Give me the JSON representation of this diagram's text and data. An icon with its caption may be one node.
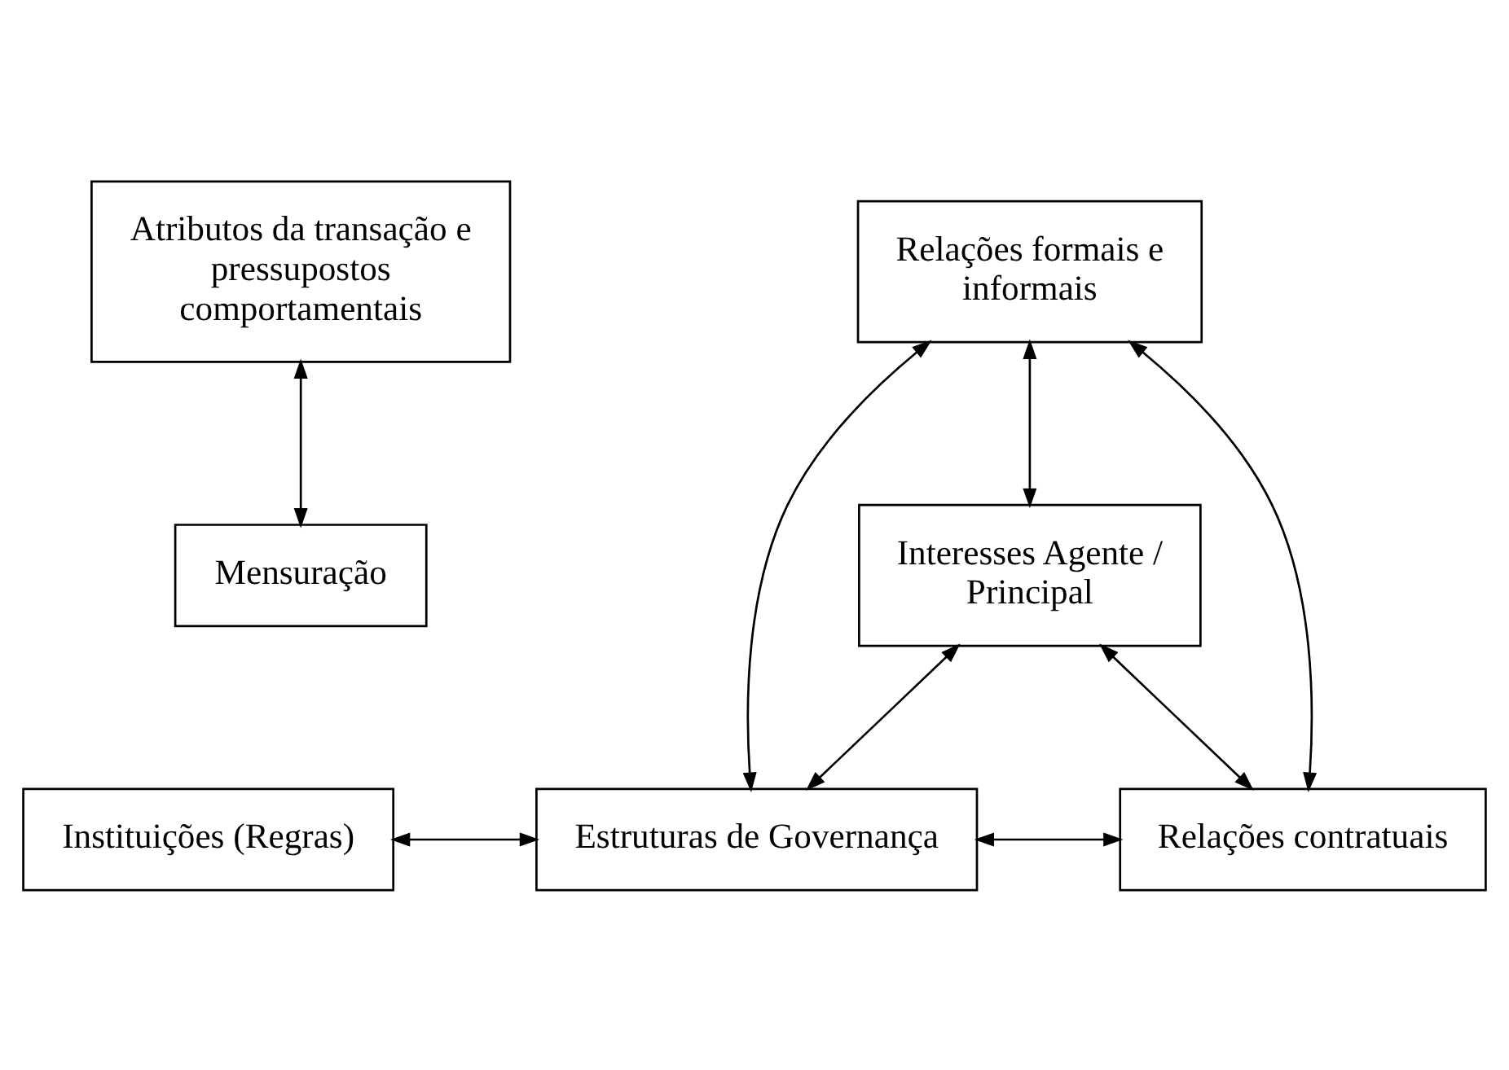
{
  "diagram": {
    "nodes": [
      {
        "text": [
          "Atributos da transação e pressupostos comportamentais"
        ]
      },
      {
        "text": [
          "Relações formais e informais"
        ]
      },
      {
        "text": [
          "Instituições (Regras)"
        ]
      },
      {
        "text": [
          "Estruturas de Governança"
        ]
      },
      {
        "text": [
          "Relações contratuais"
        ]
      },
      {
        "text": [
          "Mensuração"
        ]
      },
      {
        "text": [
          "Interesses Agente / Principal"
        ]
      }
    ],
    "edges": [
      {
        "from": 0,
        "to": 5,
        "arrow": "both"
      },
      {
        "from": 2,
        "to": 3,
        "arrow": "both"
      },
      {
        "from": 3,
        "to": 1,
        "arrow": "both"
      },
      {
        "from": 1,
        "to": 4,
        "arrow": "both"
      },
      {
        "from": 3,
        "to": 4,
        "arrow": "both"
      },
      {
        "from": 1,
        "to": 6,
        "arrow": "both"
      },
      {
        "from": 3,
        "to": 6,
        "arrow": "both"
      },
      {
        "from": 6,
        "to": 4,
        "arrow": "both"
      }
    ]
  }
}
